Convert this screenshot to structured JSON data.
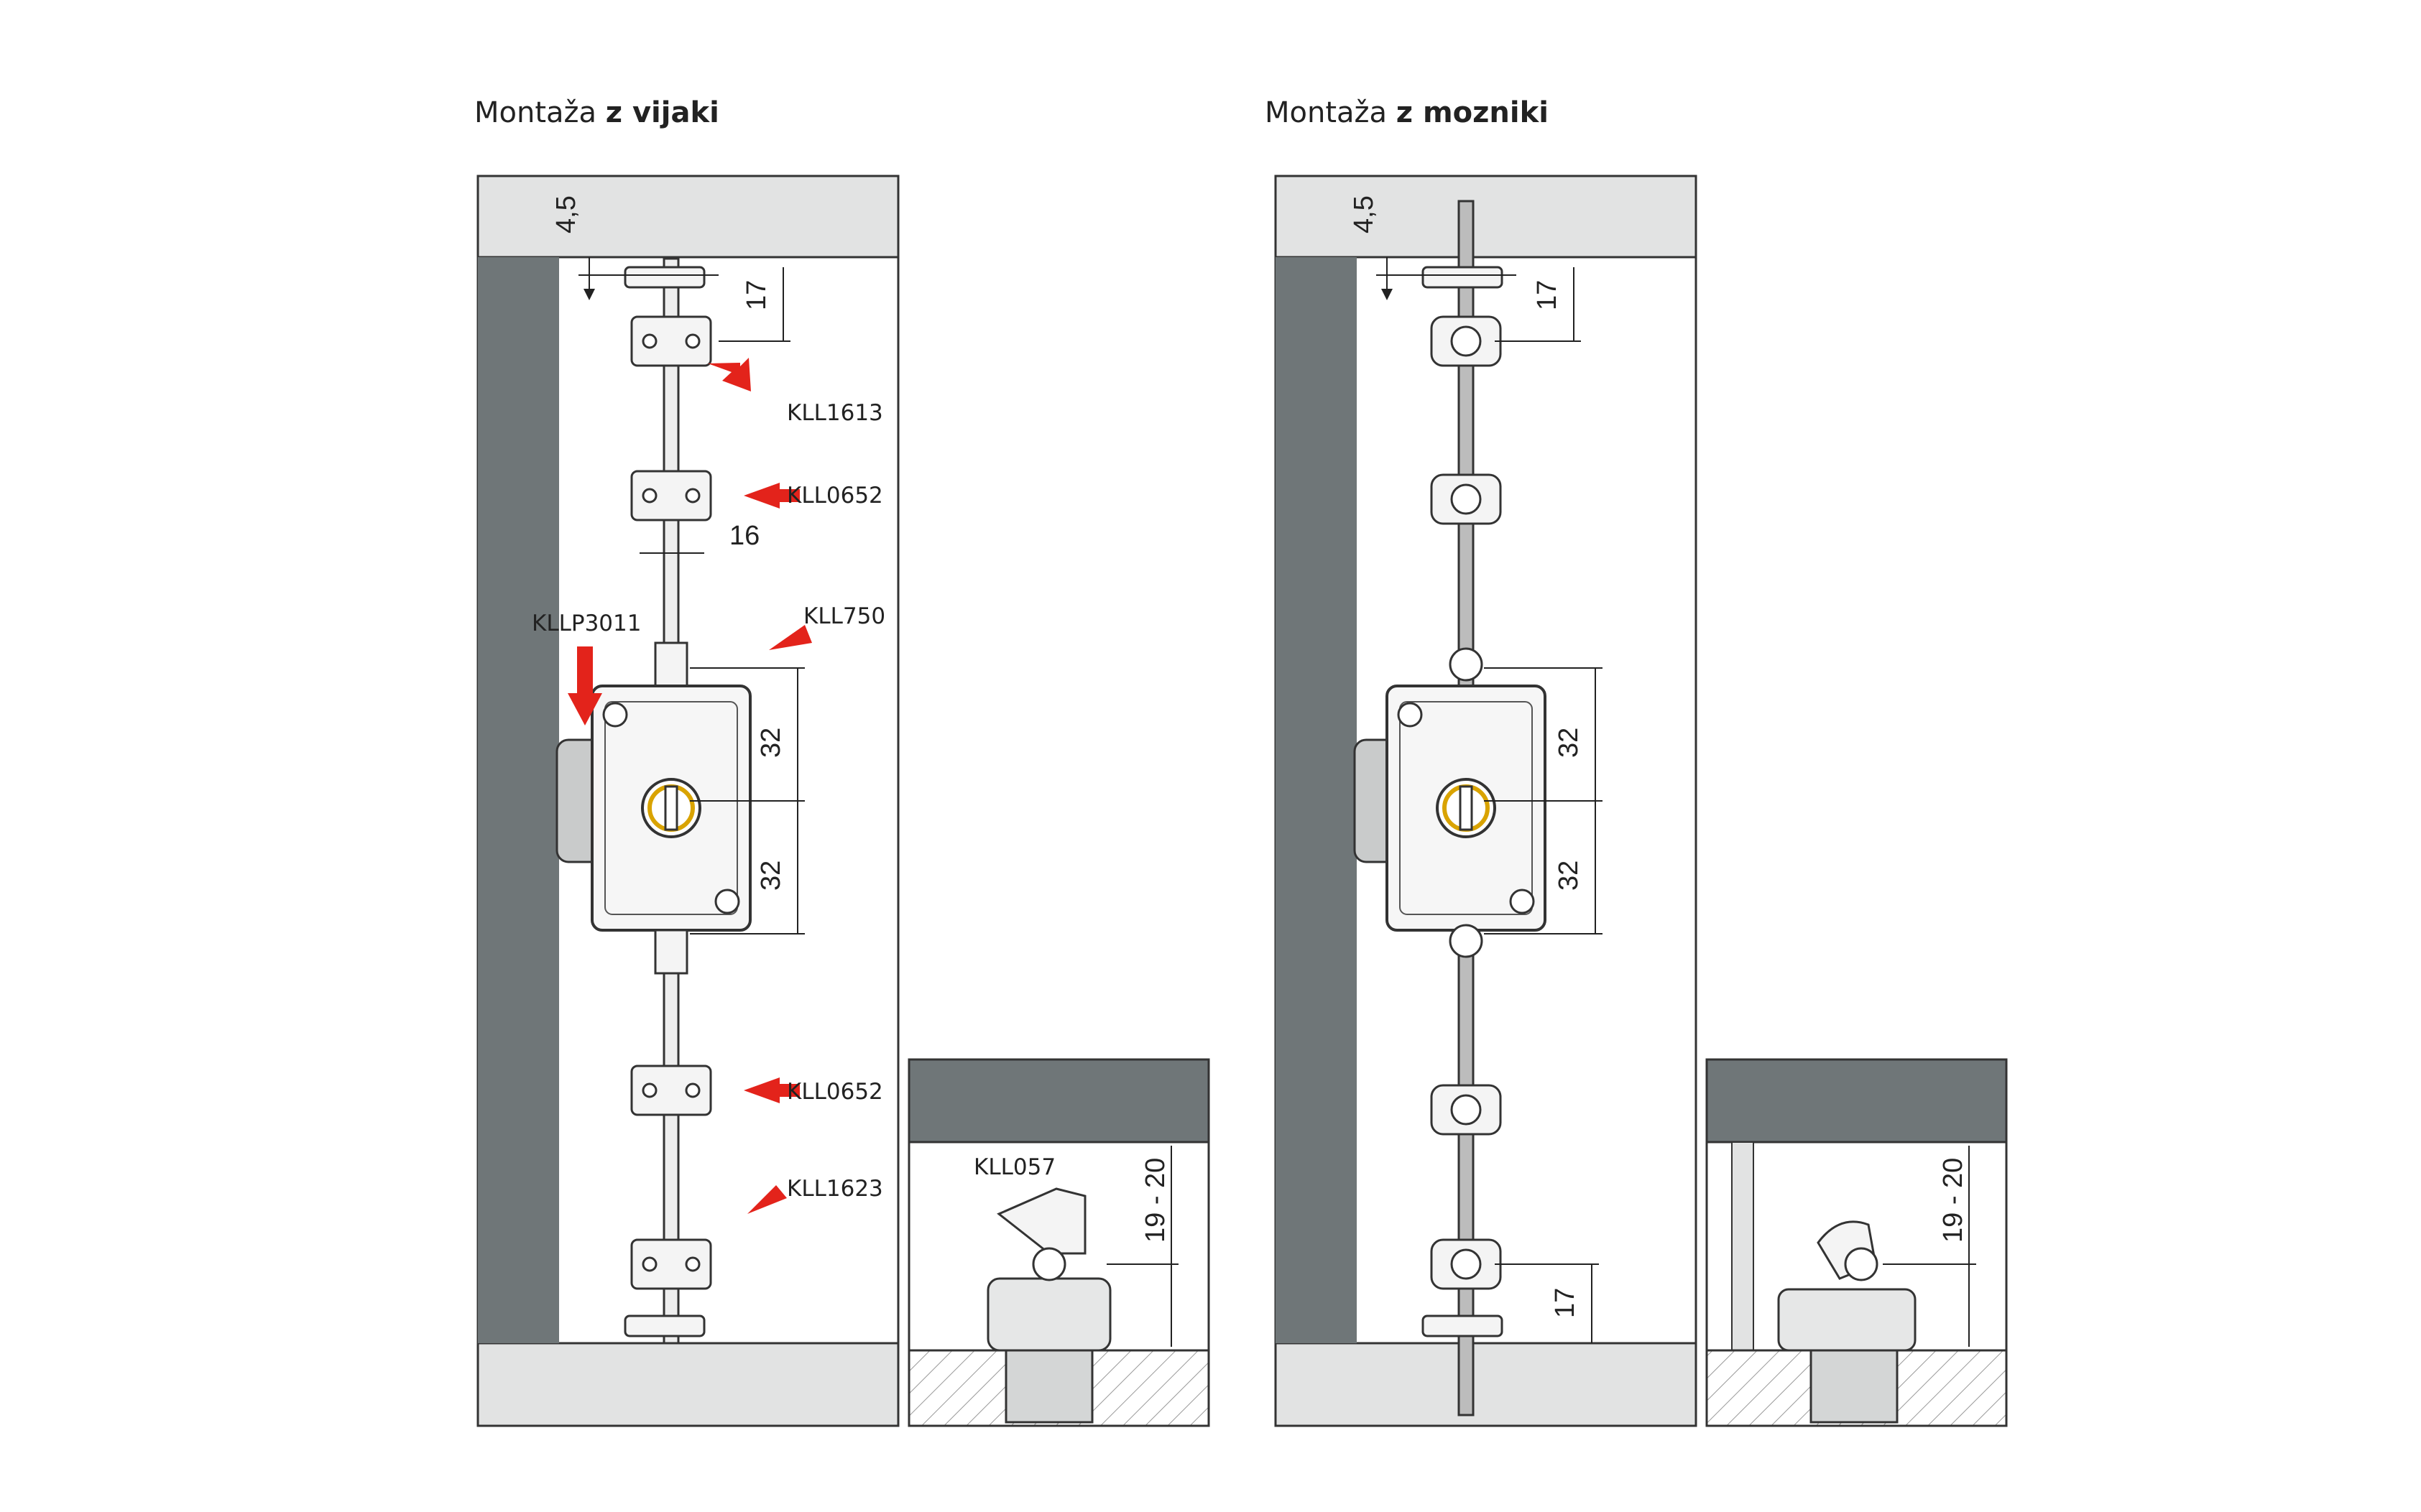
{
  "left": {
    "title_prefix": "Montaža",
    "title_bold": "z vijaki",
    "labels": {
      "kll1613": "KLL1613",
      "kll0652_top": "KLL0652",
      "kll750": "KLL750",
      "kllp3011": "KLLP3011",
      "kll0652_bottom": "KLL0652",
      "kll1623": "KLL1623",
      "kll057": "KLL057"
    },
    "dims": {
      "d45": "4,5",
      "d17": "17",
      "d16": "16",
      "d32a": "32",
      "d32b": "32",
      "d1920": "19 - 20"
    }
  },
  "right": {
    "title_prefix": "Montaža",
    "title_bold": "z mozniki",
    "dims": {
      "d45": "4,5",
      "d17a": "17",
      "d32a": "32",
      "d32b": "32",
      "d17b": "17",
      "d1920": "19 - 20"
    }
  },
  "colors": {
    "panel": "#e2e3e3",
    "side": "#6f7678",
    "arrow": "#e3231b",
    "outline": "#333333"
  }
}
